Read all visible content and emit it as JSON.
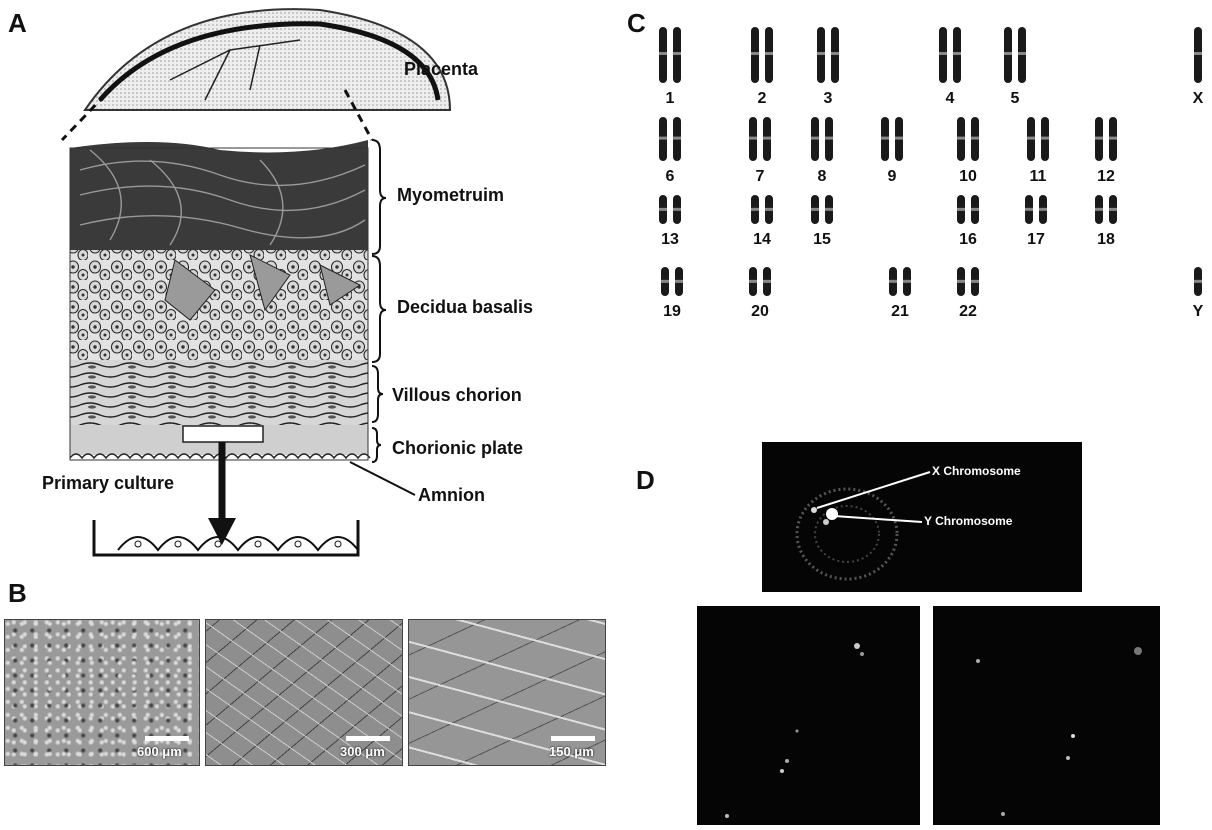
{
  "panels": {
    "a": "A",
    "b": "B",
    "c": "C",
    "d": "D"
  },
  "panel_a": {
    "labels": {
      "placenta": "Placenta",
      "myometrium": "Myometruim",
      "decidua": "Decidua basalis",
      "villous": "Villous chorion",
      "chorionic": "Chorionic plate",
      "amnion": "Amnion",
      "primary": "Primary culture"
    }
  },
  "panel_b": {
    "scales": [
      "600 μm",
      "300 μm",
      "150 μm"
    ]
  },
  "panel_c": {
    "chromosomes": [
      "1",
      "2",
      "3",
      "4",
      "5",
      "X",
      "6",
      "7",
      "8",
      "9",
      "10",
      "11",
      "12",
      "13",
      "14",
      "15",
      "16",
      "17",
      "18",
      "19",
      "20",
      "21",
      "22",
      "Y"
    ]
  },
  "panel_d": {
    "x_label": "X Chromosome",
    "y_label": "Y Chromosome"
  }
}
